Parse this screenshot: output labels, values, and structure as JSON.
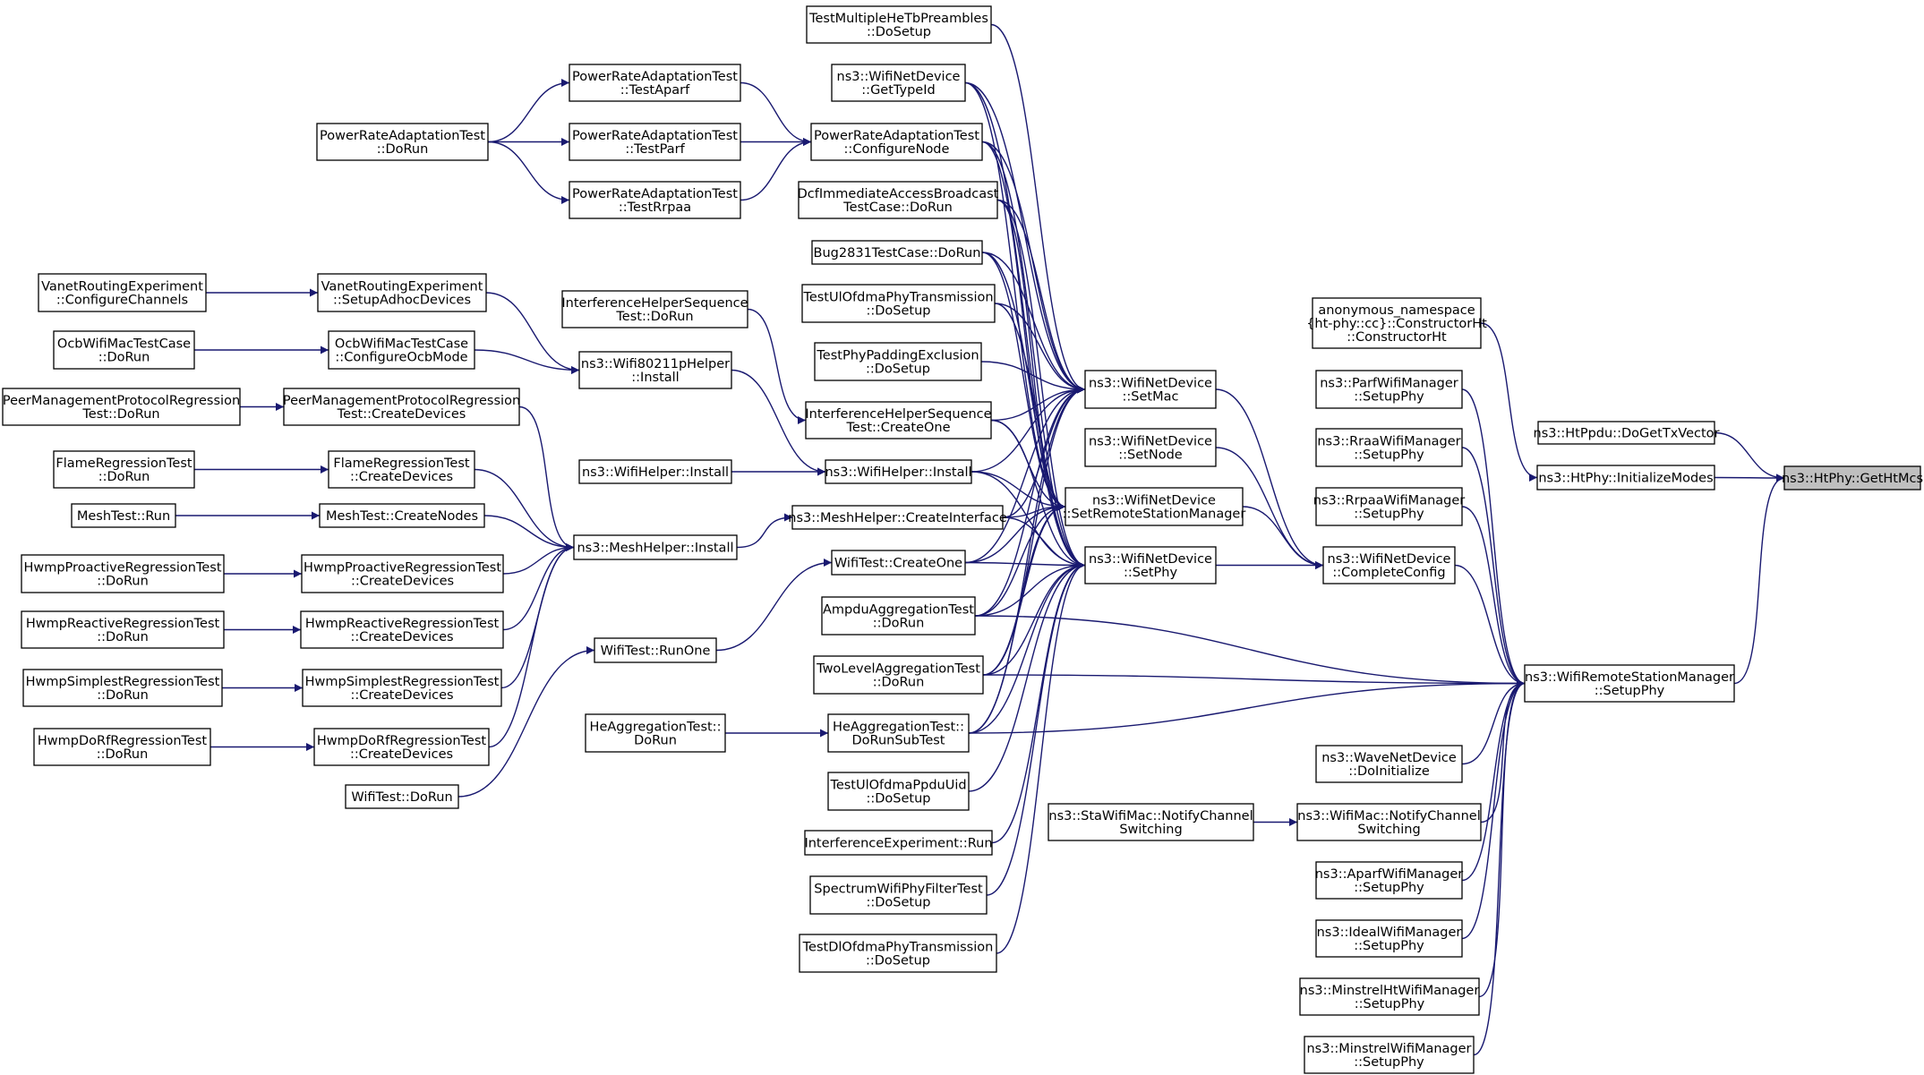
{
  "graph": {
    "type": "doxygen-caller-graph",
    "root": "n_gethtmcs",
    "colors": {
      "edge": "#191970",
      "node_border": "#000000",
      "root_fill": "#bfbfbf",
      "node_fill": "#ffffff"
    },
    "nodes": [
      {
        "id": "n_gethtmcs",
        "lines": [
          "ns3::HtPhy::GetHtMcs"
        ]
      },
      {
        "id": "n_dogettxvector",
        "lines": [
          "ns3::HtPpdu::DoGetTxVector"
        ]
      },
      {
        "id": "n_initmodes",
        "lines": [
          "ns3::HtPhy::InitializeModes"
        ]
      },
      {
        "id": "n_anon",
        "lines": [
          "anonymous_namespace",
          "{ht-phy::cc}::ConstructorHt",
          "::ConstructorHt"
        ]
      },
      {
        "id": "n_wrsm_setupphy",
        "lines": [
          "ns3::WifiRemoteStationManager",
          "::SetupPhy"
        ]
      },
      {
        "id": "n_parf",
        "lines": [
          "ns3::ParfWifiManager",
          "::SetupPhy"
        ]
      },
      {
        "id": "n_rraa",
        "lines": [
          "ns3::RraaWifiManager",
          "::SetupPhy"
        ]
      },
      {
        "id": "n_rrpaa",
        "lines": [
          "ns3::RrpaaWifiManager",
          "::SetupPhy"
        ]
      },
      {
        "id": "n_completeconfig",
        "lines": [
          "ns3::WifiNetDevice",
          "::CompleteConfig"
        ]
      },
      {
        "id": "n_wave",
        "lines": [
          "ns3::WaveNetDevice",
          "::DoInitialize"
        ]
      },
      {
        "id": "n_wifimac_notify",
        "lines": [
          "ns3::WifiMac::NotifyChannel",
          "Switching"
        ]
      },
      {
        "id": "n_aparf",
        "lines": [
          "ns3::AparfWifiManager",
          "::SetupPhy"
        ]
      },
      {
        "id": "n_ideal",
        "lines": [
          "ns3::IdealWifiManager",
          "::SetupPhy"
        ]
      },
      {
        "id": "n_minstrelht",
        "lines": [
          "ns3::MinstrelHtWifiManager",
          "::SetupPhy"
        ]
      },
      {
        "id": "n_minstrel",
        "lines": [
          "ns3::MinstrelWifiManager",
          "::SetupPhy"
        ]
      },
      {
        "id": "n_stawifimac",
        "lines": [
          "ns3::StaWifiMac::NotifyChannel",
          "Switching"
        ]
      },
      {
        "id": "n_setmac",
        "lines": [
          "ns3::WifiNetDevice",
          "::SetMac"
        ]
      },
      {
        "id": "n_setnode",
        "lines": [
          "ns3::WifiNetDevice",
          "::SetNode"
        ]
      },
      {
        "id": "n_setrsm",
        "lines": [
          "ns3::WifiNetDevice",
          "::SetRemoteStationManager"
        ]
      },
      {
        "id": "n_setphy",
        "lines": [
          "ns3::WifiNetDevice",
          "::SetPhy"
        ]
      },
      {
        "id": "n_tmhtp",
        "lines": [
          "TestMultipleHeTbPreambles",
          "::DoSetup"
        ]
      },
      {
        "id": "n_gettypeid",
        "lines": [
          "ns3::WifiNetDevice",
          "::GetTypeId"
        ]
      },
      {
        "id": "n_prat_config",
        "lines": [
          "PowerRateAdaptationTest",
          "::ConfigureNode"
        ]
      },
      {
        "id": "n_dcf",
        "lines": [
          "DcfImmediateAccessBroadcast",
          "TestCase::DoRun"
        ]
      },
      {
        "id": "n_bug2831",
        "lines": [
          "Bug2831TestCase::DoRun"
        ]
      },
      {
        "id": "n_tuofdma",
        "lines": [
          "TestUlOfdmaPhyTransmission",
          "::DoSetup"
        ]
      },
      {
        "id": "n_tppe",
        "lines": [
          "TestPhyPaddingExclusion",
          "::DoSetup"
        ]
      },
      {
        "id": "n_ihs_createone",
        "lines": [
          "InterferenceHelperSequence",
          "Test::CreateOne"
        ]
      },
      {
        "id": "n_wifihelper_install2",
        "lines": [
          "ns3::WifiHelper::Install"
        ]
      },
      {
        "id": "n_meshhelper_ci",
        "lines": [
          "ns3::MeshHelper::CreateInterface"
        ]
      },
      {
        "id": "n_wifitest_createone",
        "lines": [
          "WifiTest::CreateOne"
        ]
      },
      {
        "id": "n_ampdu",
        "lines": [
          "AmpduAggregationTest",
          "::DoRun"
        ]
      },
      {
        "id": "n_twolevel",
        "lines": [
          "TwoLevelAggregationTest",
          "::DoRun"
        ]
      },
      {
        "id": "n_heagg_sub",
        "lines": [
          "HeAggregationTest::",
          "DoRunSubTest"
        ]
      },
      {
        "id": "n_tuppdu",
        "lines": [
          "TestUlOfdmaPpduUid",
          "::DoSetup"
        ]
      },
      {
        "id": "n_interfexp",
        "lines": [
          "InterferenceExperiment::Run"
        ]
      },
      {
        "id": "n_spectrum",
        "lines": [
          "SpectrumWifiPhyFilterTest",
          "::DoSetup"
        ]
      },
      {
        "id": "n_tdofdma",
        "lines": [
          "TestDlOfdmaPhyTransmission",
          "::DoSetup"
        ]
      },
      {
        "id": "n_prat_aparf",
        "lines": [
          "PowerRateAdaptationTest",
          "::TestAparf"
        ]
      },
      {
        "id": "n_prat_parf",
        "lines": [
          "PowerRateAdaptationTest",
          "::TestParf"
        ]
      },
      {
        "id": "n_prat_rrpaa",
        "lines": [
          "PowerRateAdaptationTest",
          "::TestRrpaa"
        ]
      },
      {
        "id": "n_ihs_dorun",
        "lines": [
          "InterferenceHelperSequence",
          "Test::DoRun"
        ]
      },
      {
        "id": "n_wifi80211p",
        "lines": [
          "ns3::Wifi80211pHelper",
          "::Install"
        ]
      },
      {
        "id": "n_wifihelper_install1",
        "lines": [
          "ns3::WifiHelper::Install"
        ]
      },
      {
        "id": "n_meshhelper_install",
        "lines": [
          "ns3::MeshHelper::Install"
        ]
      },
      {
        "id": "n_wifitest_runone",
        "lines": [
          "WifiTest::RunOne"
        ]
      },
      {
        "id": "n_heagg_dorun",
        "lines": [
          "HeAggregationTest::",
          "DoRun"
        ]
      },
      {
        "id": "n_prat_dorun",
        "lines": [
          "PowerRateAdaptationTest",
          "::DoRun"
        ]
      },
      {
        "id": "n_vre_setup",
        "lines": [
          "VanetRoutingExperiment",
          "::SetupAdhocDevices"
        ]
      },
      {
        "id": "n_ocb_config",
        "lines": [
          "OcbWifiMacTestCase",
          "::ConfigureOcbMode"
        ]
      },
      {
        "id": "n_pmp_create",
        "lines": [
          "PeerManagementProtocolRegression",
          "Test::CreateDevices"
        ]
      },
      {
        "id": "n_flame_create",
        "lines": [
          "FlameRegressionTest",
          "::CreateDevices"
        ]
      },
      {
        "id": "n_mesh_createnodes",
        "lines": [
          "MeshTest::CreateNodes"
        ]
      },
      {
        "id": "n_hwmpp_create",
        "lines": [
          "HwmpProactiveRegressionTest",
          "::CreateDevices"
        ]
      },
      {
        "id": "n_hwmpr_create",
        "lines": [
          "HwmpReactiveRegressionTest",
          "::CreateDevices"
        ]
      },
      {
        "id": "n_hwmps_create",
        "lines": [
          "HwmpSimplestRegressionTest",
          "::CreateDevices"
        ]
      },
      {
        "id": "n_hwmpd_create",
        "lines": [
          "HwmpDoRfRegressionTest",
          "::CreateDevices"
        ]
      },
      {
        "id": "n_wifitest_dorun",
        "lines": [
          "WifiTest::DoRun"
        ]
      },
      {
        "id": "n_vre_channels",
        "lines": [
          "VanetRoutingExperiment",
          "::ConfigureChannels"
        ]
      },
      {
        "id": "n_ocb_dorun",
        "lines": [
          "OcbWifiMacTestCase",
          "::DoRun"
        ]
      },
      {
        "id": "n_pmp_dorun",
        "lines": [
          "PeerManagementProtocolRegression",
          "Test::DoRun"
        ]
      },
      {
        "id": "n_flame_dorun",
        "lines": [
          "FlameRegressionTest",
          "::DoRun"
        ]
      },
      {
        "id": "n_mesh_run",
        "lines": [
          "MeshTest::Run"
        ]
      },
      {
        "id": "n_hwmpp_dorun",
        "lines": [
          "HwmpProactiveRegressionTest",
          "::DoRun"
        ]
      },
      {
        "id": "n_hwmpr_dorun",
        "lines": [
          "HwmpReactiveRegressionTest",
          "::DoRun"
        ]
      },
      {
        "id": "n_hwmps_dorun",
        "lines": [
          "HwmpSimplestRegressionTest",
          "::DoRun"
        ]
      },
      {
        "id": "n_hwmpd_dorun",
        "lines": [
          "HwmpDoRfRegressionTest",
          "::DoRun"
        ]
      }
    ],
    "edges": [
      [
        "n_dogettxvector",
        "n_gethtmcs"
      ],
      [
        "n_initmodes",
        "n_gethtmcs"
      ],
      [
        "n_wrsm_setupphy",
        "n_gethtmcs"
      ],
      [
        "n_anon",
        "n_initmodes"
      ],
      [
        "n_parf",
        "n_wrsm_setupphy"
      ],
      [
        "n_rraa",
        "n_wrsm_setupphy"
      ],
      [
        "n_rrpaa",
        "n_wrsm_setupphy"
      ],
      [
        "n_completeconfig",
        "n_wrsm_setupphy"
      ],
      [
        "n_wave",
        "n_wrsm_setupphy"
      ],
      [
        "n_wifimac_notify",
        "n_wrsm_setupphy"
      ],
      [
        "n_aparf",
        "n_wrsm_setupphy"
      ],
      [
        "n_ideal",
        "n_wrsm_setupphy"
      ],
      [
        "n_minstrelht",
        "n_wrsm_setupphy"
      ],
      [
        "n_minstrel",
        "n_wrsm_setupphy"
      ],
      [
        "n_ampdu",
        "n_wrsm_setupphy"
      ],
      [
        "n_twolevel",
        "n_wrsm_setupphy"
      ],
      [
        "n_heagg_sub",
        "n_wrsm_setupphy"
      ],
      [
        "n_stawifimac",
        "n_wifimac_notify"
      ],
      [
        "n_setmac",
        "n_completeconfig"
      ],
      [
        "n_setnode",
        "n_completeconfig"
      ],
      [
        "n_setrsm",
        "n_completeconfig"
      ],
      [
        "n_setphy",
        "n_completeconfig"
      ],
      [
        "n_tmhtp",
        "n_setmac"
      ],
      [
        "n_gettypeid",
        "n_setmac"
      ],
      [
        "n_prat_config",
        "n_setmac"
      ],
      [
        "n_dcf",
        "n_setmac"
      ],
      [
        "n_bug2831",
        "n_setmac"
      ],
      [
        "n_tuofdma",
        "n_setmac"
      ],
      [
        "n_tppe",
        "n_setmac"
      ],
      [
        "n_ihs_createone",
        "n_setmac"
      ],
      [
        "n_wifihelper_install2",
        "n_setmac"
      ],
      [
        "n_meshhelper_ci",
        "n_setmac"
      ],
      [
        "n_wifitest_createone",
        "n_setmac"
      ],
      [
        "n_ampdu",
        "n_setmac"
      ],
      [
        "n_twolevel",
        "n_setmac"
      ],
      [
        "n_heagg_sub",
        "n_setmac"
      ],
      [
        "n_gettypeid",
        "n_setrsm"
      ],
      [
        "n_prat_config",
        "n_setrsm"
      ],
      [
        "n_dcf",
        "n_setrsm"
      ],
      [
        "n_bug2831",
        "n_setrsm"
      ],
      [
        "n_ihs_createone",
        "n_setrsm"
      ],
      [
        "n_wifihelper_install2",
        "n_setrsm"
      ],
      [
        "n_meshhelper_ci",
        "n_setrsm"
      ],
      [
        "n_wifitest_createone",
        "n_setrsm"
      ],
      [
        "n_ampdu",
        "n_setrsm"
      ],
      [
        "n_twolevel",
        "n_setrsm"
      ],
      [
        "n_heagg_sub",
        "n_setrsm"
      ],
      [
        "n_gettypeid",
        "n_setphy"
      ],
      [
        "n_prat_config",
        "n_setphy"
      ],
      [
        "n_dcf",
        "n_setphy"
      ],
      [
        "n_bug2831",
        "n_setphy"
      ],
      [
        "n_tuofdma",
        "n_setphy"
      ],
      [
        "n_ihs_createone",
        "n_setphy"
      ],
      [
        "n_wifihelper_install2",
        "n_setphy"
      ],
      [
        "n_meshhelper_ci",
        "n_setphy"
      ],
      [
        "n_wifitest_createone",
        "n_setphy"
      ],
      [
        "n_ampdu",
        "n_setphy"
      ],
      [
        "n_twolevel",
        "n_setphy"
      ],
      [
        "n_heagg_sub",
        "n_setphy"
      ],
      [
        "n_tuppdu",
        "n_setphy"
      ],
      [
        "n_interfexp",
        "n_setphy"
      ],
      [
        "n_spectrum",
        "n_setphy"
      ],
      [
        "n_tdofdma",
        "n_setphy"
      ],
      [
        "n_prat_aparf",
        "n_prat_config"
      ],
      [
        "n_prat_parf",
        "n_prat_config"
      ],
      [
        "n_prat_rrpaa",
        "n_prat_config"
      ],
      [
        "n_ihs_dorun",
        "n_ihs_createone"
      ],
      [
        "n_wifi80211p",
        "n_wifihelper_install2"
      ],
      [
        "n_wifihelper_install1",
        "n_wifihelper_install2"
      ],
      [
        "n_meshhelper_install",
        "n_meshhelper_ci"
      ],
      [
        "n_wifitest_runone",
        "n_wifitest_createone"
      ],
      [
        "n_heagg_dorun",
        "n_heagg_sub"
      ],
      [
        "n_prat_dorun",
        "n_prat_aparf"
      ],
      [
        "n_prat_dorun",
        "n_prat_parf"
      ],
      [
        "n_prat_dorun",
        "n_prat_rrpaa"
      ],
      [
        "n_vre_setup",
        "n_wifi80211p"
      ],
      [
        "n_ocb_config",
        "n_wifi80211p"
      ],
      [
        "n_pmp_create",
        "n_meshhelper_install"
      ],
      [
        "n_flame_create",
        "n_meshhelper_install"
      ],
      [
        "n_mesh_createnodes",
        "n_meshhelper_install"
      ],
      [
        "n_hwmpp_create",
        "n_meshhelper_install"
      ],
      [
        "n_hwmpr_create",
        "n_meshhelper_install"
      ],
      [
        "n_hwmps_create",
        "n_meshhelper_install"
      ],
      [
        "n_hwmpd_create",
        "n_meshhelper_install"
      ],
      [
        "n_wifitest_dorun",
        "n_wifitest_runone"
      ],
      [
        "n_vre_channels",
        "n_vre_setup"
      ],
      [
        "n_ocb_dorun",
        "n_ocb_config"
      ],
      [
        "n_pmp_dorun",
        "n_pmp_create"
      ],
      [
        "n_flame_dorun",
        "n_flame_create"
      ],
      [
        "n_mesh_run",
        "n_mesh_createnodes"
      ],
      [
        "n_hwmpp_dorun",
        "n_hwmpp_create"
      ],
      [
        "n_hwmpr_dorun",
        "n_hwmpr_create"
      ],
      [
        "n_hwmps_dorun",
        "n_hwmps_create"
      ],
      [
        "n_hwmpd_dorun",
        "n_hwmpd_create"
      ]
    ]
  }
}
